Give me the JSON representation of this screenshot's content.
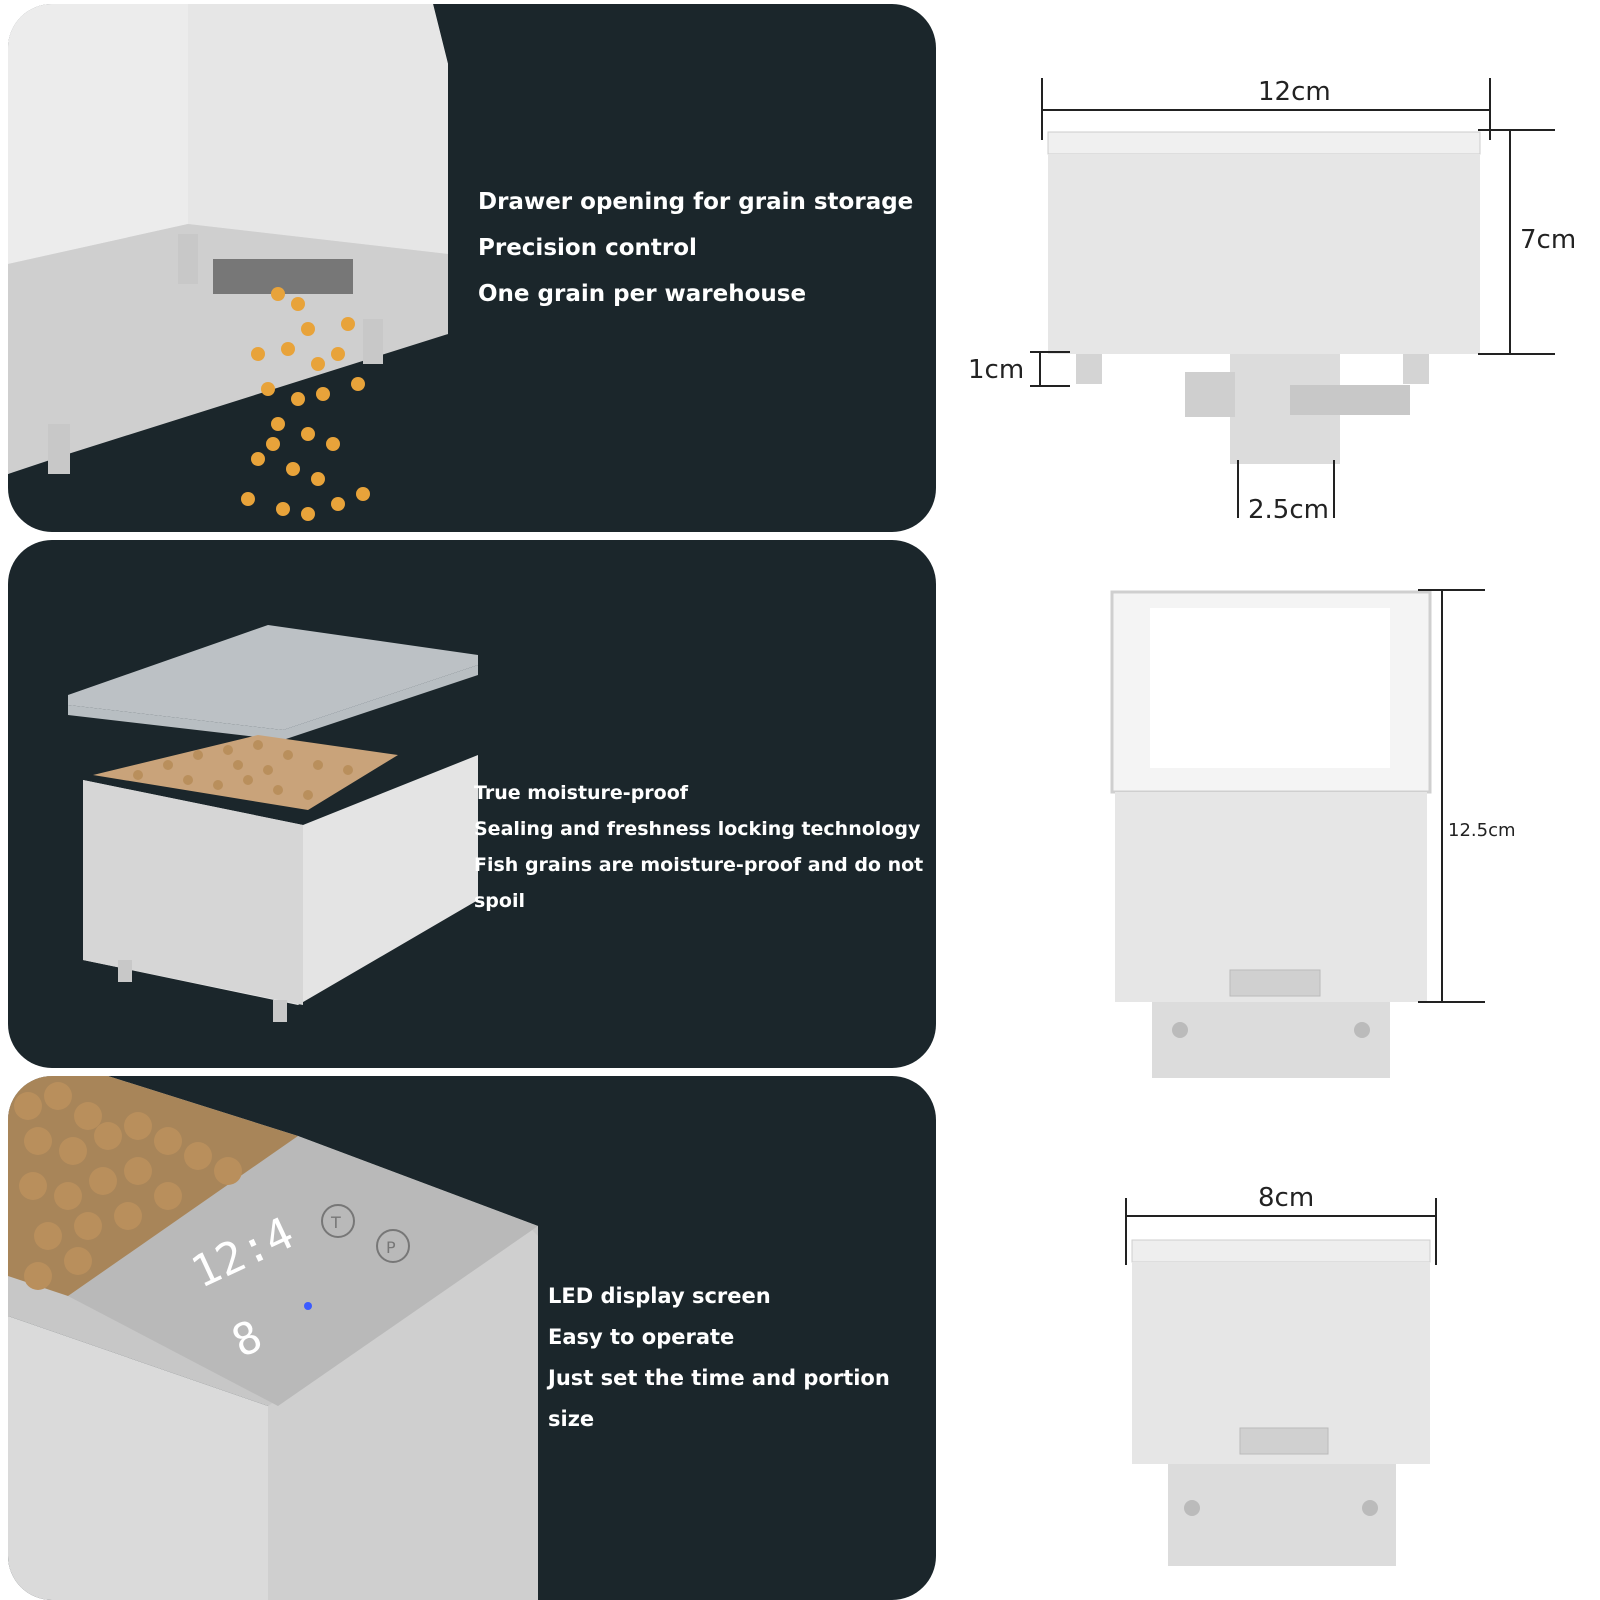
{
  "panels": [
    {
      "features": [
        "Drawer opening for grain storage",
        "Precision control",
        "One grain per warehouse"
      ]
    },
    {
      "features": [
        "True moisture-proof",
        "Sealing and freshness locking technology",
        "Fish grains are moisture-proof and do not spoil"
      ]
    },
    {
      "features": [
        "LED display screen",
        "Easy to operate",
        "Just set the time and portion size"
      ],
      "display": {
        "time": "12:4",
        "portion": "8",
        "buttons": [
          "T",
          "P"
        ]
      }
    }
  ],
  "dimensions": {
    "side_view": {
      "width": "12cm",
      "height": "7cm",
      "feet": "1cm",
      "clamp": "2.5cm"
    },
    "front_open_view": {
      "height": "12.5cm"
    },
    "front_view": {
      "width": "8cm"
    }
  },
  "colors": {
    "panel_bg": "#1b262b",
    "device": "#e4e4e4",
    "grain": "#e8a33a",
    "kibble": "#b98f5c"
  }
}
